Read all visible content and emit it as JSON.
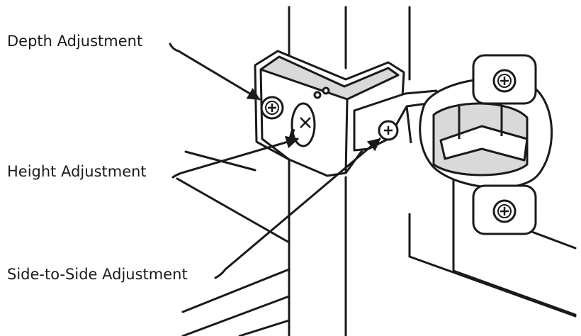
{
  "labels": {
    "depth": "Depth Adjustment",
    "height": "Height Adjustment",
    "side": "Side-to-Side Adjustment"
  },
  "colors": {
    "line": "#1a1a1a",
    "fill": "#ffffff",
    "shade": "#d9d9d9"
  }
}
